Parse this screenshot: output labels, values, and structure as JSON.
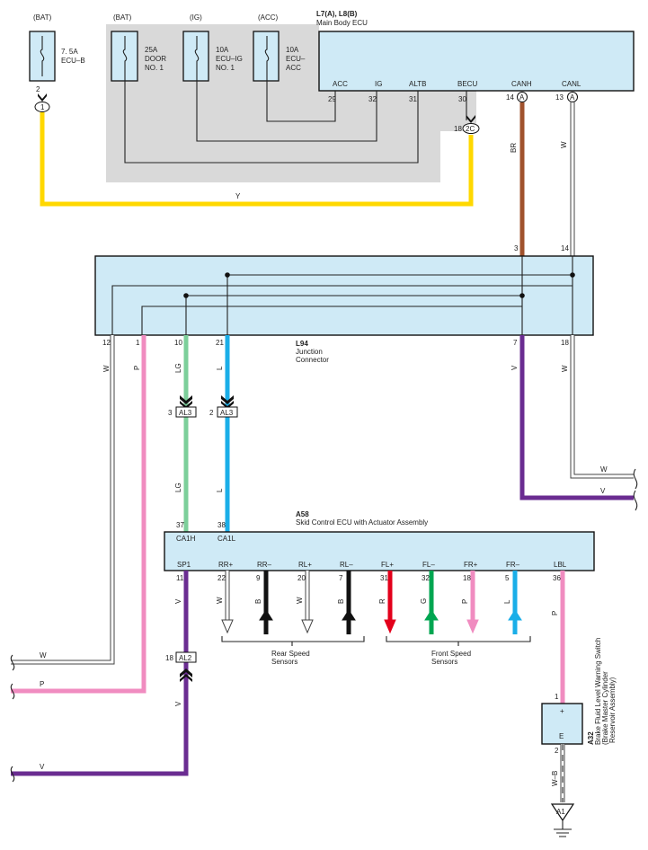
{
  "colors": {
    "yellow": "#ffd800",
    "brown": "#a0522d",
    "white_wire": "#ffffff",
    "pink": "#f08cc0",
    "lightgreen": "#7ccf9a",
    "blue": "#1aaee8",
    "violet": "#6a2c91",
    "black": "#111111",
    "red": "#e3001b",
    "green": "#00a651",
    "ecu_fill": "#cfeaf6",
    "fuse_area": "#d9d9d9"
  },
  "fuses": [
    {
      "source": "(BAT)",
      "rating": "7. 5A",
      "name": "ECU–B"
    },
    {
      "source": "(BAT)",
      "rating": "25A",
      "name": "DOOR",
      "name2": "NO. 1"
    },
    {
      "source": "(IG)",
      "rating": "10A",
      "name": "ECU–IG",
      "name2": "NO. 1"
    },
    {
      "source": "(ACC)",
      "rating": "10A",
      "name": "ECU–",
      "name2": "ACC"
    }
  ],
  "main_ecu": {
    "code": "L7(A), L8(B)",
    "name": "Main Body ECU",
    "terminals": [
      {
        "label": "ACC",
        "pin": "29"
      },
      {
        "label": "IG",
        "pin": "32"
      },
      {
        "label": "ALTB",
        "pin": "31"
      },
      {
        "label": "BECU",
        "pin": "30"
      },
      {
        "label": "CANH",
        "pin": "14",
        "conn": "A"
      },
      {
        "label": "CANL",
        "pin": "13",
        "conn": "A"
      }
    ],
    "becu_joint": {
      "pin": "18",
      "conn": "2C"
    }
  },
  "ecu_b_joint": {
    "pin": "2",
    "conn": "1"
  },
  "junction": {
    "code": "L94",
    "name": "Junction",
    "name2": "Connector",
    "top_pins": [
      "3",
      "14"
    ],
    "bottom_pins": [
      "12",
      "1",
      "10",
      "21",
      "7",
      "18"
    ]
  },
  "wires": {
    "y": "Y",
    "br": "BR",
    "w": "W",
    "p": "P",
    "lg": "LG",
    "l": "L",
    "v": "V",
    "b": "B",
    "r": "R",
    "g": "G",
    "wb": "W–B"
  },
  "al3": {
    "name": "AL3",
    "pin_lg": "3",
    "pin_l": "2"
  },
  "al2": {
    "name": "AL2",
    "pin": "18"
  },
  "skid": {
    "code": "A58",
    "name": "Skid Control ECU with Actuator Assembly",
    "top": [
      {
        "label": "CA1H",
        "pin": "37"
      },
      {
        "label": "CA1L",
        "pin": "38"
      }
    ],
    "bottom": [
      {
        "label": "SP1",
        "pin": "11"
      },
      {
        "label": "RR+",
        "pin": "22"
      },
      {
        "label": "RR–",
        "pin": "9"
      },
      {
        "label": "RL+",
        "pin": "20"
      },
      {
        "label": "RL–",
        "pin": "7"
      },
      {
        "label": "FL+",
        "pin": "31"
      },
      {
        "label": "FL–",
        "pin": "32"
      },
      {
        "label": "FR+",
        "pin": "18"
      },
      {
        "label": "FR–",
        "pin": "5"
      },
      {
        "label": "LBL",
        "pin": "36"
      }
    ]
  },
  "rear_sensors": {
    "line1": "Rear Speed",
    "line2": "Sensors"
  },
  "front_sensors": {
    "line1": "Front Speed",
    "line2": "Sensors"
  },
  "switch": {
    "code": "A32",
    "line1": "Brake Fluid Level Warning Switch",
    "line2": "(Brake Master Cylinder",
    "line3": "Reservoir Assembly)",
    "plus": "+",
    "e": "E",
    "pin_top": "1",
    "pin_bottom": "2"
  },
  "ground": {
    "name": "A1"
  }
}
